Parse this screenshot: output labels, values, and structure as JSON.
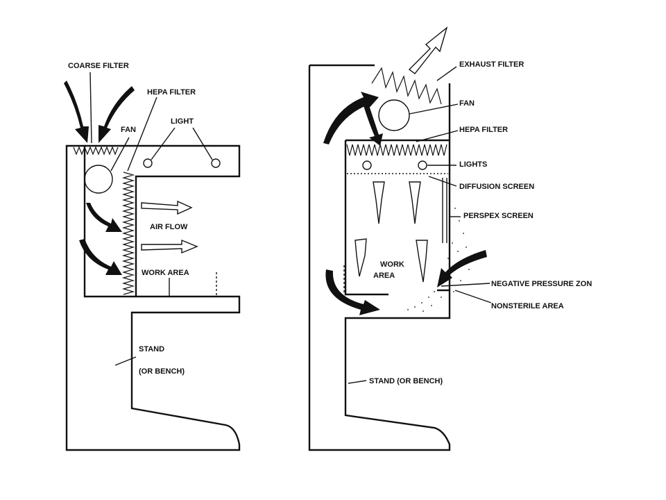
{
  "colors": {
    "ink": "#111111",
    "paper": "#ffffff"
  },
  "left_diagram": {
    "coarse_filter": "COARSE FILTER",
    "hepa_filter": "HEPA FILTER",
    "fan": "FAN",
    "light": "LIGHT",
    "air_flow": "AIR FLOW",
    "work_area": "WORK AREA",
    "stand": "STAND",
    "or_bench": "(OR BENCH)"
  },
  "right_diagram": {
    "exhaust_filter": "EXHAUST FILTER",
    "fan": "FAN",
    "hepa_filter": "HEPA FILTER",
    "lights": "LIGHTS",
    "diffusion_screen": "DIFFUSION SCREEN",
    "perspex_screen": "PERSPEX SCREEN",
    "work": "WORK",
    "area": "AREA",
    "negative_pressure_zone": "NEGATIVE PRESSURE ZON",
    "nonsterile_area": "NONSTERILE AREA",
    "stand": "STAND (OR BENCH)"
  }
}
